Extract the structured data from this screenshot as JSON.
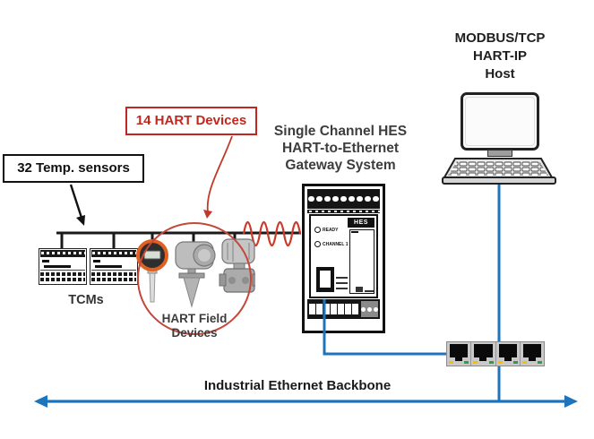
{
  "labels": {
    "temp_sensors": "32 Temp. sensors",
    "hart_devices": "14 HART Devices",
    "gateway_title": "Single Channel HES\nHART-to-Ethernet\nGateway System",
    "host_title": "MODBUS/TCP\nHART-IP\nHost",
    "tcms": "TCMs",
    "field_devices": "HART Field\nDevices",
    "backbone": "Industrial Ethernet Backbone"
  },
  "gateway_device": {
    "brand": "HES",
    "leds": [
      "READY",
      "CHANNEL 1"
    ]
  },
  "colors": {
    "accent_blue": "#1c75bc",
    "alert_red": "#c0271f",
    "line_black": "#1a1a1a"
  }
}
